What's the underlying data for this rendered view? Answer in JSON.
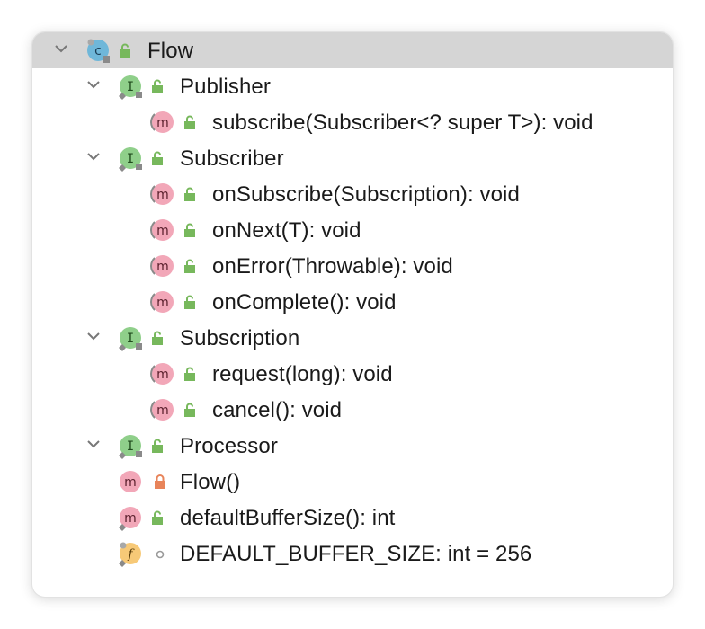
{
  "tree": {
    "root": {
      "label": "Flow",
      "kind_letter": "c",
      "kind_icon": "class-icon",
      "color": "#6fb7d9"
    },
    "publisher": {
      "label": "Publisher",
      "kind_letter": "I",
      "kind_icon": "interface-icon",
      "children": [
        {
          "label": "subscribe(Subscriber<? super T>): void",
          "kind_letter": "m"
        }
      ]
    },
    "subscriber": {
      "label": "Subscriber",
      "kind_letter": "I",
      "kind_icon": "interface-icon",
      "children": [
        {
          "label": "onSubscribe(Subscription): void",
          "kind_letter": "m"
        },
        {
          "label": "onNext(T): void",
          "kind_letter": "m"
        },
        {
          "label": "onError(Throwable): void",
          "kind_letter": "m"
        },
        {
          "label": "onComplete(): void",
          "kind_letter": "m"
        }
      ]
    },
    "subscription": {
      "label": "Subscription",
      "kind_letter": "I",
      "kind_icon": "interface-icon",
      "children": [
        {
          "label": "request(long): void",
          "kind_letter": "m"
        },
        {
          "label": "cancel(): void",
          "kind_letter": "m"
        }
      ]
    },
    "processor": {
      "label": "Processor",
      "kind_letter": "I",
      "kind_icon": "interface-icon"
    },
    "members": [
      {
        "label": "Flow()",
        "kind_letter": "m",
        "visibility": "private"
      },
      {
        "label": "defaultBufferSize(): int",
        "kind_letter": "m",
        "visibility": "public"
      },
      {
        "label": "DEFAULT_BUFFER_SIZE: int = 256",
        "kind_letter": "f",
        "visibility": "package"
      }
    ]
  },
  "colors": {
    "selection": "#d5d5d5",
    "class_badge": "#6fb7d9",
    "interface_badge": "#8fcf8a",
    "method_badge": "#f2a7b8",
    "field_badge": "#f7c977",
    "public_lock": "#77b85c",
    "private_lock": "#e8845a"
  }
}
